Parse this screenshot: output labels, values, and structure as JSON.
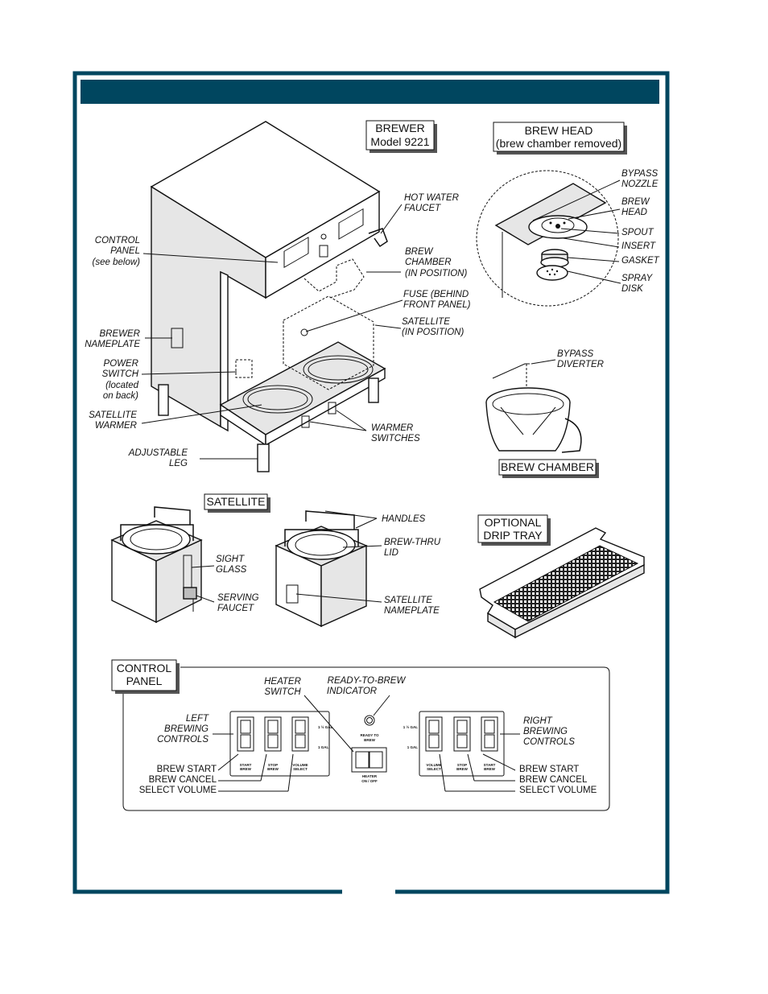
{
  "colors": {
    "frame": "#00465f",
    "ink": "#111111",
    "paper": "#ffffff"
  },
  "titles": {
    "brewer_line1": "BREWER",
    "brewer_line2": "Model 9221",
    "brewhead_line1": "BREW HEAD",
    "brewhead_line2": "(brew chamber removed)",
    "brew_chamber": "BREW CHAMBER",
    "satellite": "SATELLITE",
    "drip_line1": "OPTIONAL",
    "drip_line2": "DRIP TRAY",
    "cp_line1": "CONTROL",
    "cp_line2": "PANEL"
  },
  "brewer_labels": {
    "hot_water": [
      "HOT WATER",
      "FAUCET"
    ],
    "control_panel": [
      "CONTROL",
      "PANEL",
      "(see below)"
    ],
    "brew_chamber": [
      "BREW",
      "CHAMBER",
      "(IN POSITION)"
    ],
    "fuse": [
      "FUSE (BEHIND",
      "FRONT PANEL)"
    ],
    "satellite": [
      "SATELLITE",
      "(IN POSITION)"
    ],
    "nameplate": [
      "BREWER",
      "NAMEPLATE"
    ],
    "power": [
      "POWER",
      "SWITCH",
      "(located",
      "on back)"
    ],
    "warmer": [
      "SATELLITE",
      "WARMER"
    ],
    "warmer_switches": [
      "WARMER",
      "SWITCHES"
    ],
    "leg": [
      "ADJUSTABLE",
      "LEG"
    ]
  },
  "brewhead_labels": {
    "bypass": [
      "BYPASS",
      "NOZZLE"
    ],
    "head": [
      "BREW",
      "HEAD"
    ],
    "spout": "SPOUT",
    "insert": "INSERT",
    "gasket": "GASKET",
    "spray": [
      "SPRAY",
      "DISK"
    ]
  },
  "diverter_label": [
    "BYPASS",
    "DIVERTER"
  ],
  "satellite_labels": {
    "handles": "HANDLES",
    "lid": [
      "BREW-THRU",
      "LID"
    ],
    "sight": [
      "SIGHT",
      "GLASS"
    ],
    "faucet": [
      "SERVING",
      "FAUCET"
    ],
    "nameplate": [
      "SATELLITE",
      "NAMEPLATE"
    ]
  },
  "panel_labels": {
    "heater": [
      "HEATER",
      "SWITCH"
    ],
    "ready": [
      "READY-TO-BREW",
      "INDICATOR"
    ],
    "left": [
      "LEFT",
      "BREWING",
      "CONTROLS"
    ],
    "right": [
      "RIGHT",
      "BREWING",
      "CONTROLS"
    ],
    "brew_start": "BREW START",
    "brew_cancel": "BREW CANCEL",
    "select_volume": "SELECT VOLUME"
  },
  "panel_small": {
    "half_gal": "1 ½ GAL",
    "one_gal": "1 GAL",
    "start": [
      "START",
      "BREW"
    ],
    "stop": [
      "STOP",
      "BREW"
    ],
    "volume": [
      "VOLUME",
      "SELECT"
    ],
    "ready": [
      "READY TO",
      "BREW"
    ],
    "heater": [
      "HEATER",
      "ON / OFF"
    ]
  }
}
